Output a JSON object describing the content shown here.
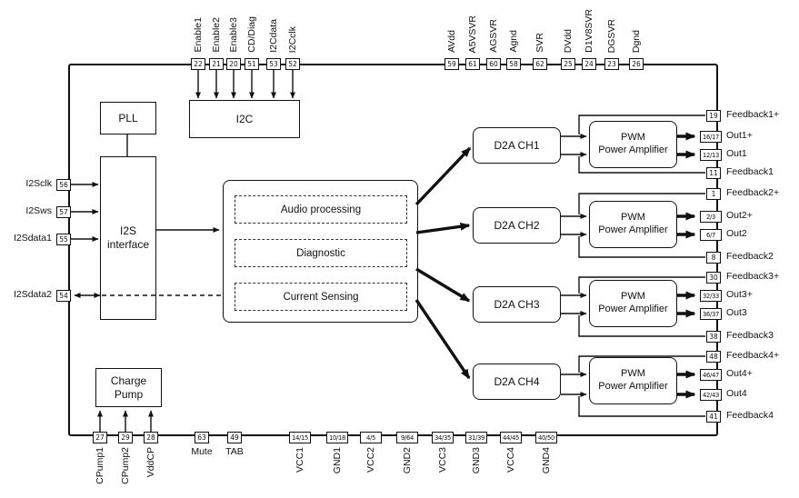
{
  "colors": {
    "ink": "#111111",
    "background": "#ffffff"
  },
  "blocks": {
    "pll": "PLL",
    "i2c": "I2C",
    "i2s_line1": "I2S",
    "i2s_line2": "interface",
    "audio_processing": "Audio processing",
    "diagnostic": "Diagnostic",
    "current_sensing": "Current Sensing",
    "d2a_ch1": "D2A CH1",
    "d2a_ch2": "D2A CH2",
    "d2a_ch3": "D2A CH3",
    "d2a_ch4": "D2A CH4",
    "pwm_line1": "PWM",
    "pwm_line2": "Power Amplifier",
    "charge_line1": "Charge",
    "charge_line2": "Pump"
  },
  "pins": {
    "top_left": [
      {
        "number": "22",
        "label": "Enable1"
      },
      {
        "number": "21",
        "label": "Enable2"
      },
      {
        "number": "20",
        "label": "Enable3"
      },
      {
        "number": "51",
        "label": "CD/Diag"
      },
      {
        "number": "53",
        "label": "I2Cdata"
      },
      {
        "number": "52",
        "label": "I2Cclk"
      }
    ],
    "top_right": [
      {
        "number": "59",
        "label": "AVdd"
      },
      {
        "number": "61",
        "label": "A5VSVR"
      },
      {
        "number": "60",
        "label": "AGSVR"
      },
      {
        "number": "58",
        "label": "Agnd"
      },
      {
        "number": "62",
        "label": "SVR"
      },
      {
        "number": "25",
        "label": "DVdd"
      },
      {
        "number": "24",
        "label": "D1V8SVR"
      },
      {
        "number": "23",
        "label": "DGSVR"
      },
      {
        "number": "26",
        "label": "Dgnd"
      }
    ],
    "left": [
      {
        "number": "56",
        "label": "I2Sclk"
      },
      {
        "number": "57",
        "label": "I2Sws"
      },
      {
        "number": "55",
        "label": "I2Sdata1"
      },
      {
        "number": "54",
        "label": "I2Sdata2"
      }
    ],
    "right": [
      {
        "number": "19",
        "label": "Feedback1+"
      },
      {
        "number": "16/17",
        "label": "Out1+"
      },
      {
        "number": "12/13",
        "label": "Out1"
      },
      {
        "number": "11",
        "label": "Feedback1"
      },
      {
        "number": "1",
        "label": "Feedback2+"
      },
      {
        "number": "2/3",
        "label": "Out2+"
      },
      {
        "number": "6/7",
        "label": "Out2"
      },
      {
        "number": "8",
        "label": "Feedback2"
      },
      {
        "number": "30",
        "label": "Feedback3+"
      },
      {
        "number": "32/33",
        "label": "Out3+"
      },
      {
        "number": "36/37",
        "label": "Out3"
      },
      {
        "number": "38",
        "label": "Feedback3"
      },
      {
        "number": "48",
        "label": "Feedback4+"
      },
      {
        "number": "46/47",
        "label": "Out4+"
      },
      {
        "number": "42/43",
        "label": "Out4"
      },
      {
        "number": "41",
        "label": "Feedback4"
      }
    ],
    "bottom": [
      {
        "number": "27",
        "label": "CPump1"
      },
      {
        "number": "29",
        "label": "CPump2"
      },
      {
        "number": "28",
        "label": "VddCP"
      },
      {
        "number": "63",
        "label": "Mute"
      },
      {
        "number": "49",
        "label": "TAB"
      },
      {
        "number": "14/15",
        "label": "VCC1"
      },
      {
        "number": "10/18",
        "label": "GND1"
      },
      {
        "number": "4/5",
        "label": "VCC2"
      },
      {
        "number": "9/64",
        "label": "GND2"
      },
      {
        "number": "34/35",
        "label": "VCC3"
      },
      {
        "number": "31/39",
        "label": "GND3"
      },
      {
        "number": "44/45",
        "label": "VCC4"
      },
      {
        "number": "40/50",
        "label": "GND4"
      }
    ]
  }
}
